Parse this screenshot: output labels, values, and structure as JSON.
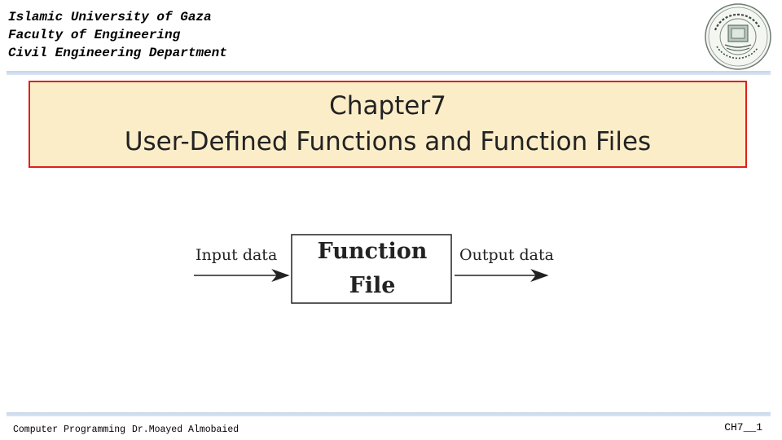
{
  "header": {
    "university": "Islamic University of Gaza",
    "faculty": "Faculty of Engineering",
    "department": "Civil Engineering Department"
  },
  "logo": {
    "icon": "university-seal-icon"
  },
  "title": {
    "line1": "Chapter7",
    "line2": "User-Defined Functions and Function Files"
  },
  "diagram": {
    "input_label": "Input data",
    "box_line1": "Function",
    "box_line2": "File",
    "output_label": "Output data"
  },
  "footer": {
    "course": "Computer Programming",
    "instructor": "Dr.Moayed Almobaied",
    "page": "CH7__1"
  },
  "colors": {
    "title_fill": "#fbedc8",
    "title_border": "#e0201e",
    "rule": "#c5d5ea"
  }
}
